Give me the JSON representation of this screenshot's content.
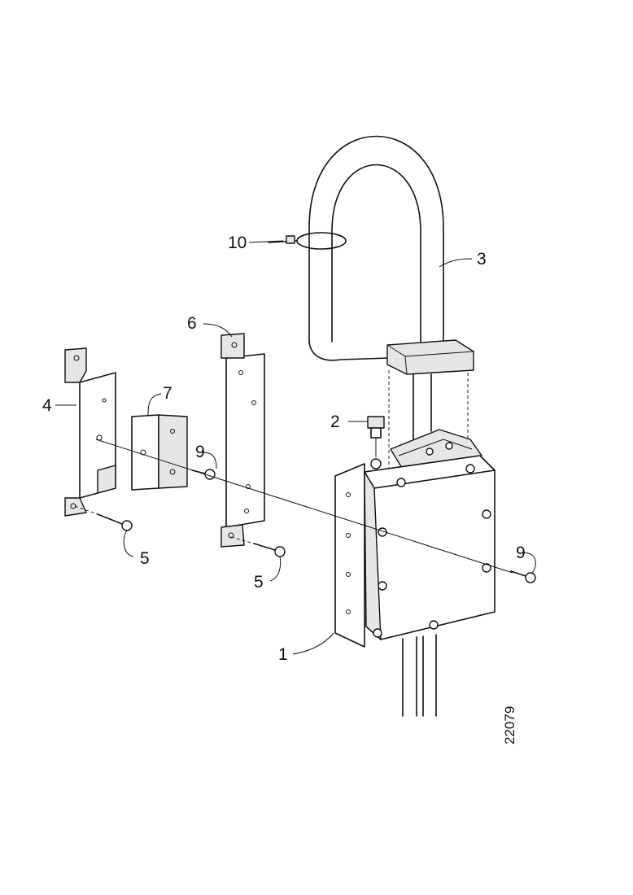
{
  "labels": {
    "p1": "1",
    "p2": "2",
    "p3": "3",
    "p4": "4",
    "p5a": "5",
    "p5b": "5",
    "p6": "6",
    "p7": "7",
    "p9a": "9",
    "p9b": "9",
    "p10": "10"
  },
  "reference_number": "22079"
}
